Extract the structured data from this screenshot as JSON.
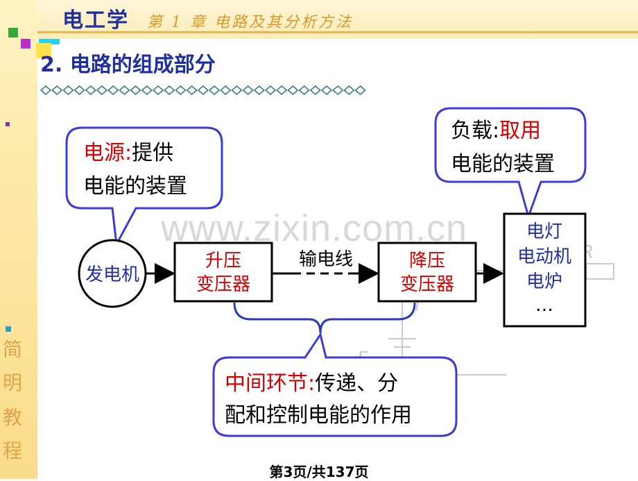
{
  "header": {
    "course_title": "电工学",
    "chapter_title": "第 1 章   电路及其分析方法"
  },
  "section_title": "2. 电路的组成部分",
  "sidebar_chars": [
    "简",
    "明",
    "教",
    "程"
  ],
  "watermark": "www.zixin.com.cn",
  "diagram": {
    "source_callout": {
      "term": "电源:",
      "def_1": "提供",
      "def_2": "电能的装置"
    },
    "load_callout": {
      "term": "负载:",
      "def_1": "取用",
      "def_2": "电能的装置"
    },
    "middle_callout": {
      "term": "中间环节:",
      "def_1": "传递、分",
      "def_2": "配和控制电能的作用"
    },
    "generator": "发电机",
    "step_up": {
      "line1": "升压",
      "line2": "变压器"
    },
    "transmission_line": "输电线",
    "step_down": {
      "line1": "降压",
      "line2": "变压器"
    },
    "loads": [
      "电灯",
      "电动机",
      "电炉",
      "…"
    ]
  },
  "page_indicator": "第3页/共137页",
  "colors": {
    "accent_blue": "#1f2f9e",
    "callout_border": "#3b3bd6",
    "term_red": "#d40000",
    "box_red": "#d40000"
  }
}
